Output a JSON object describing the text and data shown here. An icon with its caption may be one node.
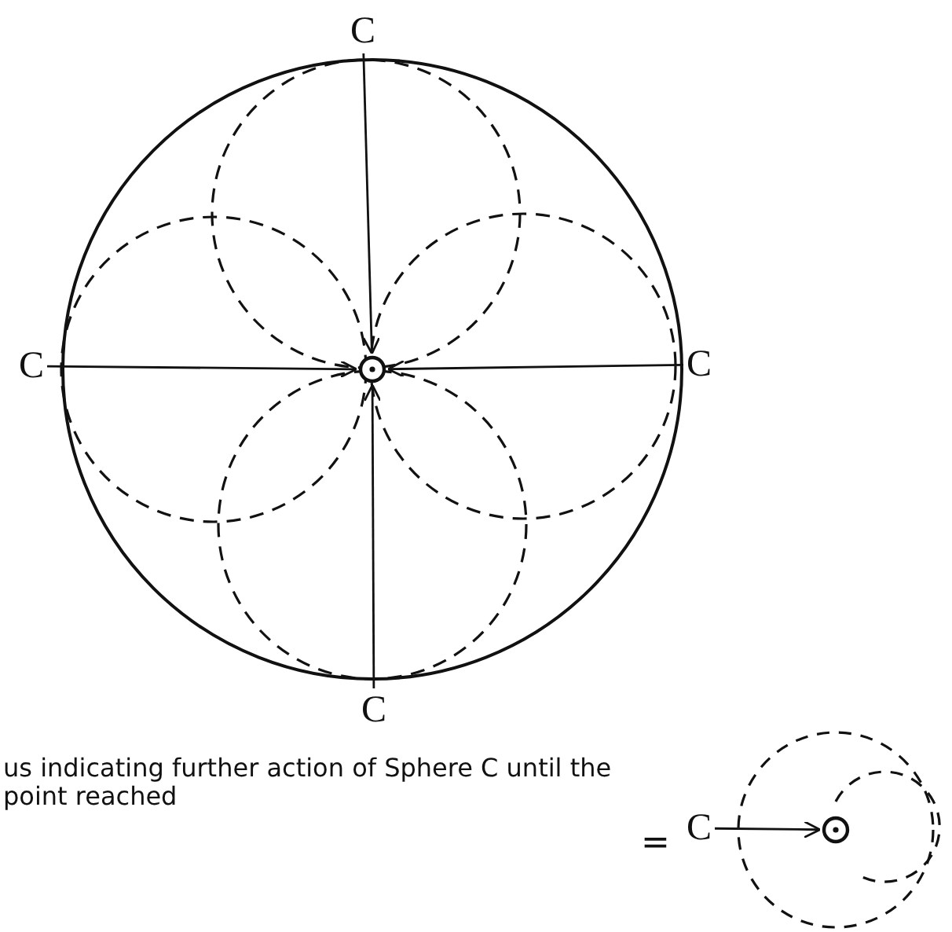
{
  "diagram": {
    "nodes": [
      {
        "text": [
          "C"
        ]
      },
      {
        "text": [
          "C"
        ]
      },
      {
        "text": [],
        "shape": "circle"
      },
      {
        "text": [
          "C"
        ]
      },
      {
        "text": [
          "C"
        ]
      },
      {
        "text": [
          "C"
        ]
      },
      {
        "text": [],
        "shape": "circle"
      }
    ],
    "edges": [
      {
        "from": 0,
        "to": 2,
        "arrow": "to"
      },
      {
        "from": 1,
        "to": 2,
        "arrow": "to"
      },
      {
        "from": 3,
        "to": 2,
        "arrow": "to"
      },
      {
        "from": 4,
        "to": 2,
        "arrow": "to"
      },
      {
        "from": 5,
        "to": 6,
        "arrow": "to"
      }
    ],
    "labels": [
      "us indicating further action of Sphere C until the point reached",
      "="
    ]
  }
}
